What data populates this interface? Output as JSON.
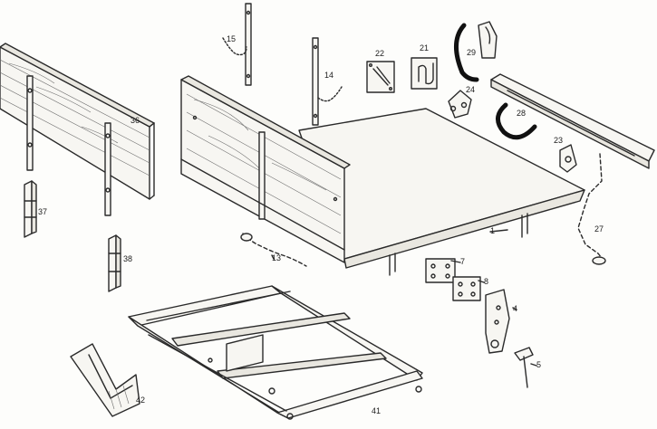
{
  "part_labels": {
    "p1": "1",
    "p4": "4",
    "p5": "5",
    "p7": "7",
    "p8": "8",
    "p13": "13",
    "p14": "14",
    "p15": "15",
    "p21": "21",
    "p22": "22",
    "p23": "23",
    "p24": "24",
    "p27": "27",
    "p28": "28",
    "p29": "29",
    "p36": "36",
    "p37": "37",
    "p38": "38",
    "p41": "41",
    "p42": "42"
  },
  "colors": {
    "line": "#2a2a2a",
    "highlight": "#111111",
    "paper": "#fdfdfb"
  }
}
